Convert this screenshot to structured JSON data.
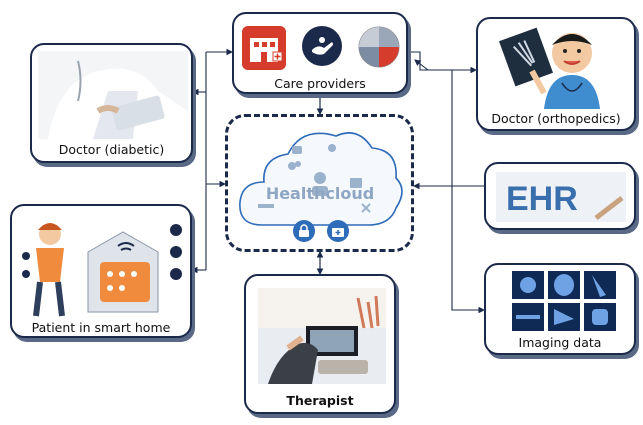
{
  "center": {
    "title": "Healthcloud"
  },
  "nodes": {
    "care_providers": "Care providers",
    "doctor_diabetic": "Doctor (diabetic)",
    "doctor_ortho": "Doctor (orthopedics)",
    "patient": "Patient in smart home",
    "ehr_label": "EHR",
    "imaging": "Imaging data",
    "therapist": "Therapist"
  },
  "colors": {
    "border": "#1b2a4a",
    "cloud_stroke": "#1b2a4a",
    "accent_blue": "#2e6bb8",
    "hospital_red": "#d63c2b",
    "ehr_blue": "#3a6fae"
  }
}
